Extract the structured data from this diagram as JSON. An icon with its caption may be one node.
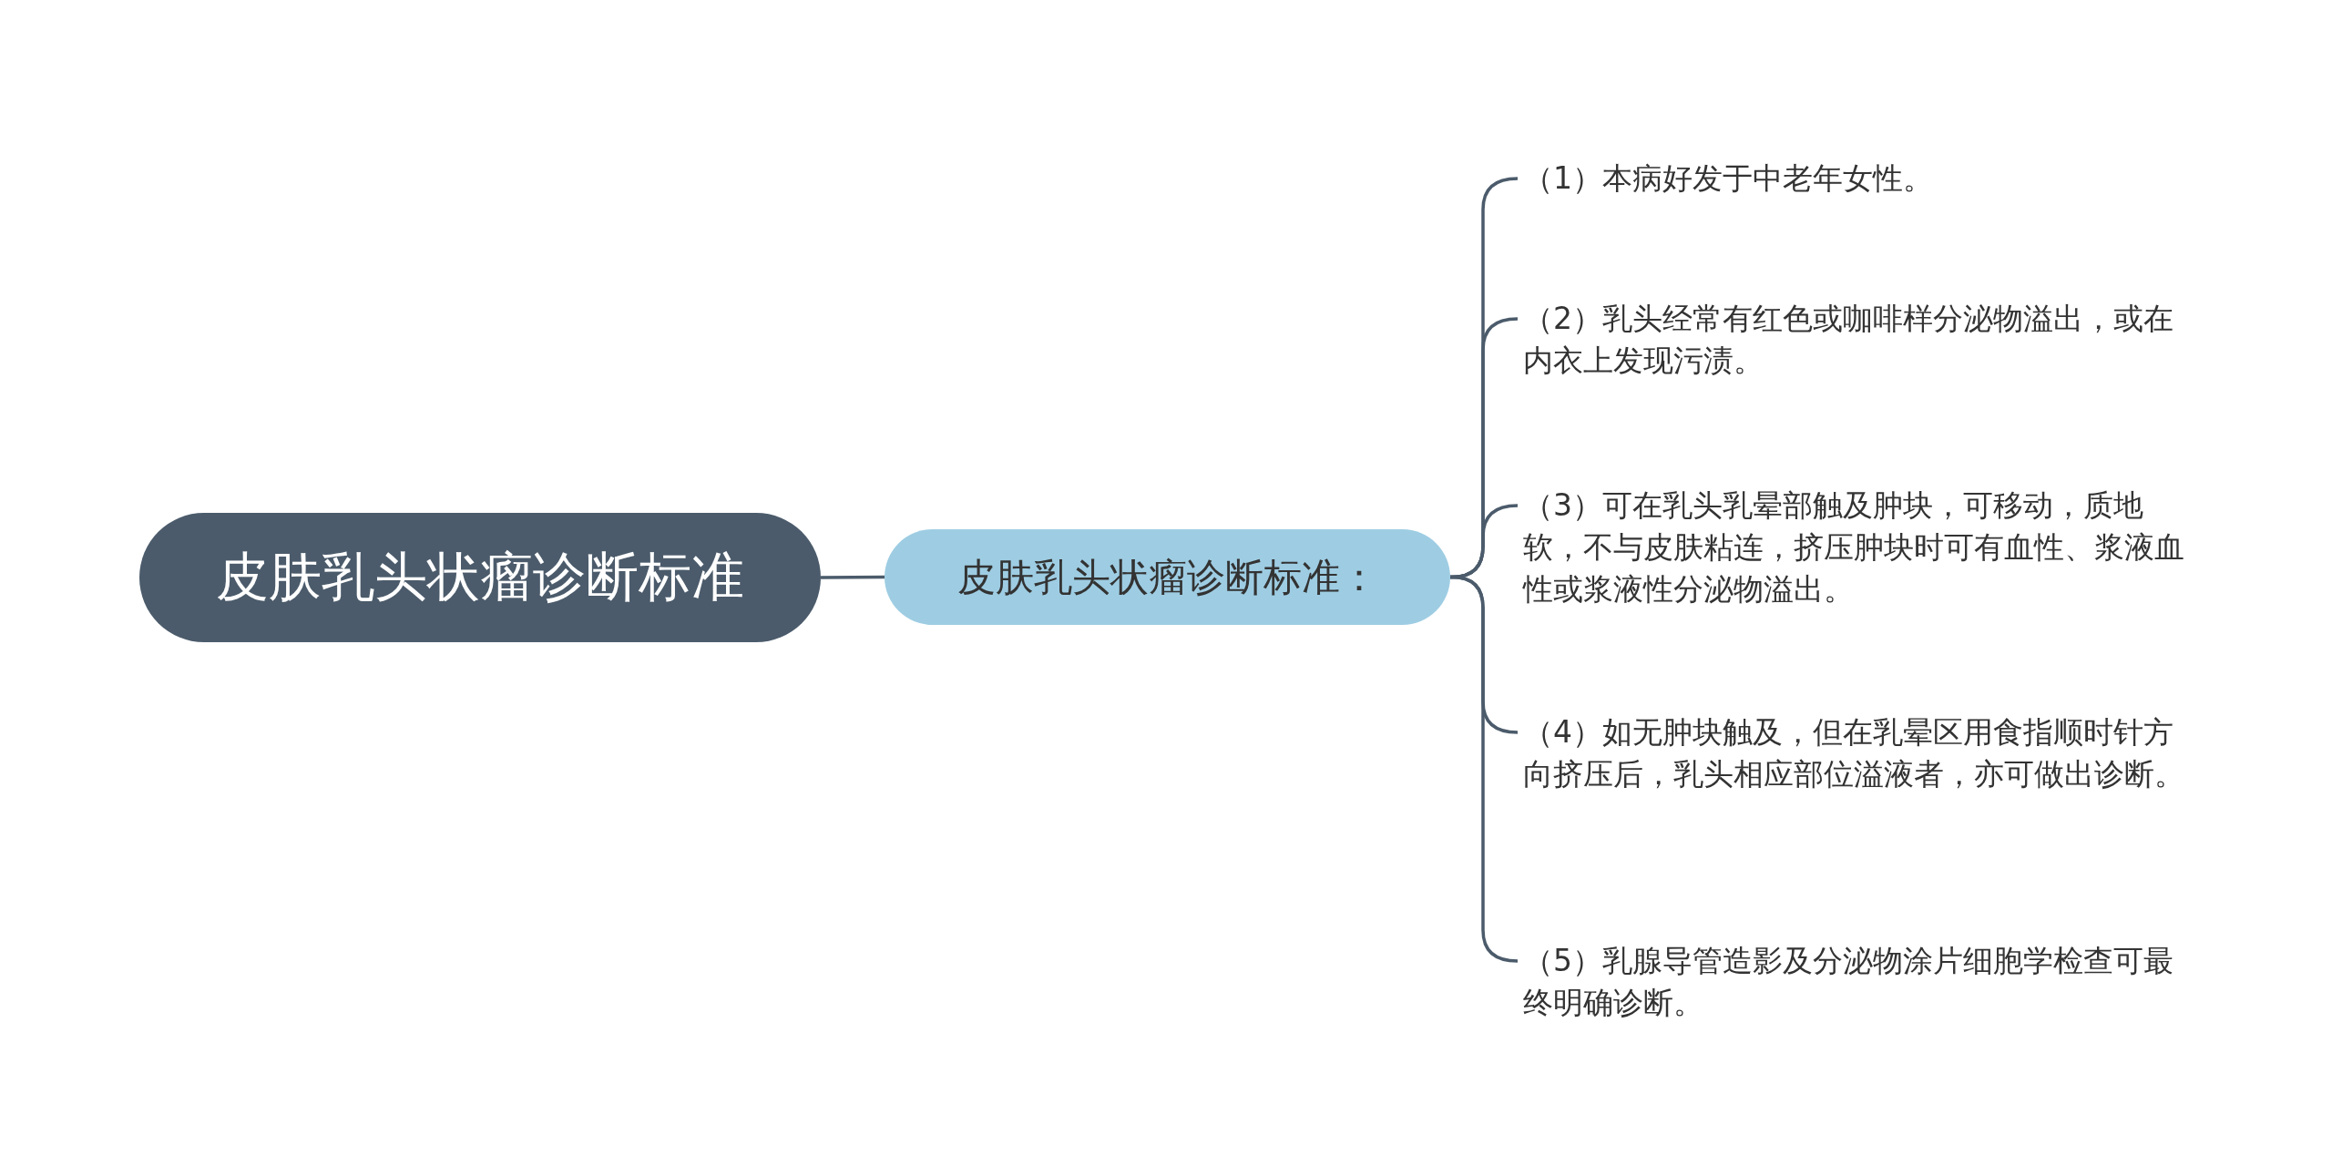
{
  "diagram": {
    "nodes": [
      {
        "text": [
          "皮肤乳头状瘤诊断标准"
        ]
      },
      {
        "text": [
          "皮肤乳头状瘤诊断标准："
        ]
      },
      {
        "text": [
          "（1）本病好发于中老年女性。"
        ]
      },
      {
        "text": [
          "（2）乳头经常有红色或咖啡样分泌物溢出，或在内衣上发现污渍。"
        ]
      },
      {
        "text": [
          "（3）可在乳头乳晕部触及肿块，可移动，质地软，不与皮肤粘连，挤压肿块时可有血性、浆液血性或浆液性分泌物溢出。"
        ]
      },
      {
        "text": [
          "（4）如无肿块触及，但在乳晕区用食指顺时针方向挤压后，乳头相应部位溢液者，亦可做出诊断。"
        ]
      },
      {
        "text": [
          "（5）乳腺导管造影及分泌物涂片细胞学检查可最终明确诊断。"
        ]
      }
    ],
    "edges": [
      {
        "from": 0,
        "to": 1,
        "arrow": "none"
      },
      {
        "from": 1,
        "to": 2,
        "arrow": "none"
      },
      {
        "from": 1,
        "to": 3,
        "arrow": "none"
      },
      {
        "from": 1,
        "to": 4,
        "arrow": "none"
      },
      {
        "from": 1,
        "to": 5,
        "arrow": "none"
      },
      {
        "from": 1,
        "to": 6,
        "arrow": "none"
      }
    ]
  }
}
